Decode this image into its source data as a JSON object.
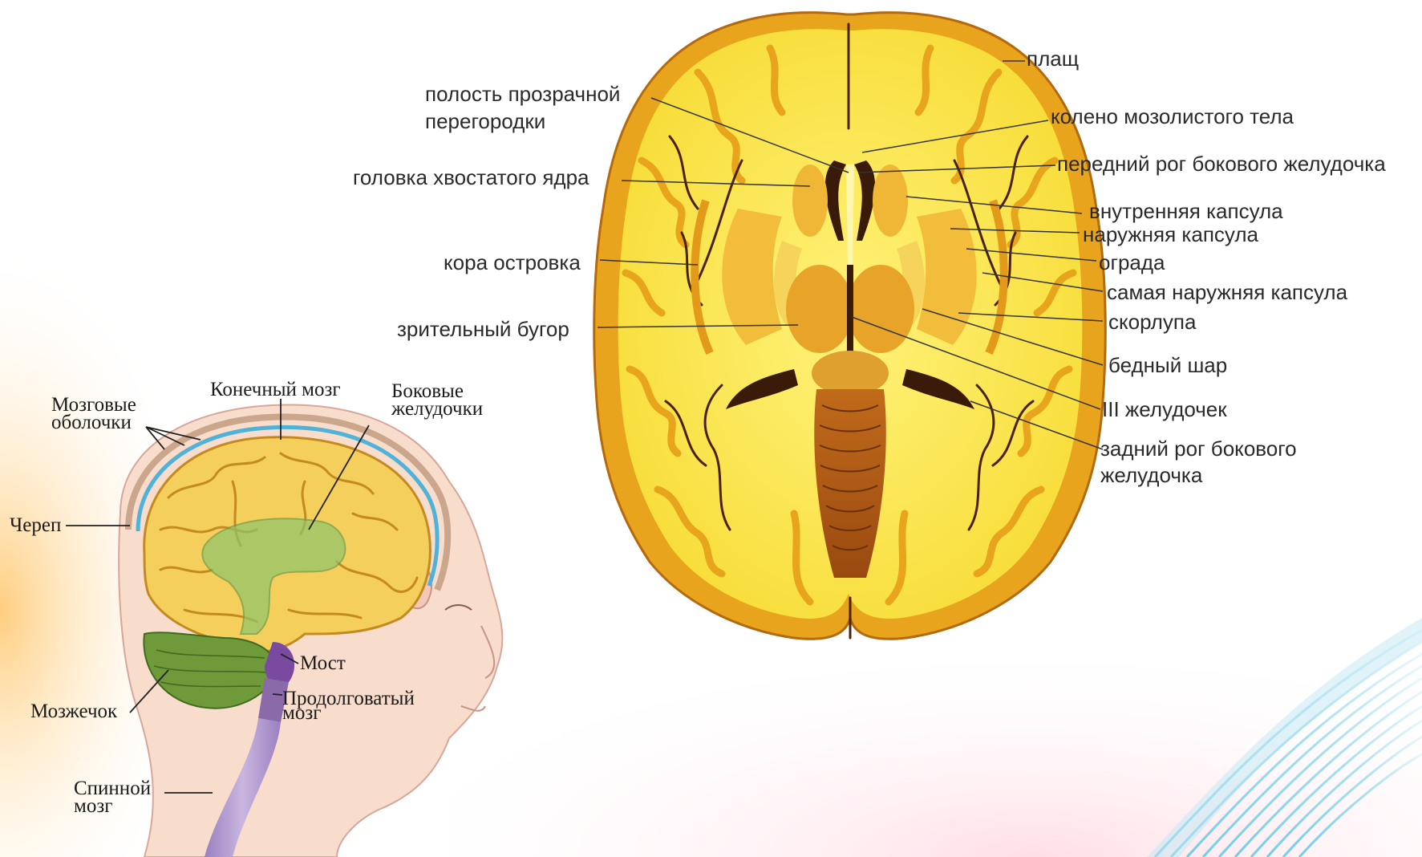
{
  "axial_labels": {
    "plash": "плащ",
    "polost_line1": "полость прозрачной",
    "polost_line2": "перегородки",
    "koleno": "колено мозолистого тела",
    "golovka": "головка хвостатого ядра",
    "peredniy_rog": "передний рог бокового желудочка",
    "vnutr_kapsula": "внутренняя капсула",
    "naruzh_kapsula": "наружняя капсула",
    "ograda": "ограда",
    "kora_ostrovka": "кора островка",
    "samaya_naruzh": "самая наружняя капсула",
    "skorlupa": "скорлупа",
    "zritelny_bugor": "зрительный бугор",
    "bledny_shar": "бедный шар",
    "iii_zheludochek": "III желудочек",
    "zadniy_rog_line1": "задний рог бокового",
    "zadniy_rog_line2": "желудочка"
  },
  "sagittal_labels": {
    "konechny_mozg": "Конечный мозг",
    "bokovye_line1": "Боковые",
    "bokovye_line2": "желудочки",
    "mozgovye_line1": "Мозговые",
    "mozgovye_line2": "оболочки",
    "cherep": "Череп",
    "most": "Мост",
    "mozzhechok": "Мозжечок",
    "prodolgovaty_line1": "Продолговатый",
    "prodolgovaty_line2": "мозг",
    "spinnoy_line1": "Спинной",
    "spinnoy_line2": "мозг"
  },
  "colors": {
    "white_matter": "#fbe84a",
    "gray_matter": "#e8a41c",
    "sulcus": "#5a2a10",
    "cerebellum": "#6f9a3a",
    "brainstem": "#8a6aa8",
    "meninges": "#4fb3d9",
    "skin": "#f7d9c8",
    "accent_wave": "#3bb6d8"
  }
}
